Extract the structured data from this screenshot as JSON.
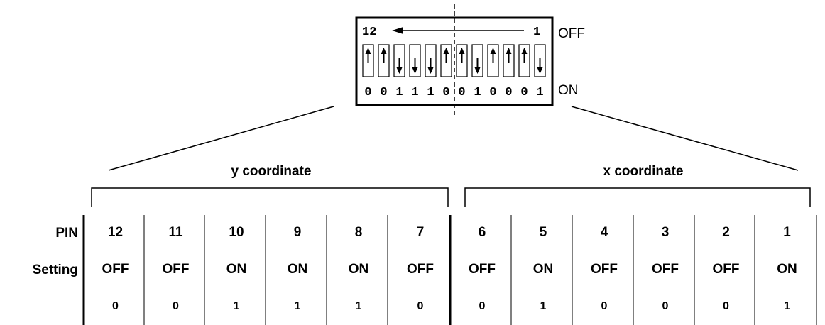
{
  "dip_switch": {
    "left_pin_label": "12",
    "right_pin_label": "1",
    "off_label": "OFF",
    "on_label": "ON",
    "switch_positions": [
      "up",
      "up",
      "down",
      "down",
      "down",
      "up",
      "up",
      "down",
      "up",
      "up",
      "up",
      "down"
    ],
    "bits": [
      "0",
      "0",
      "1",
      "1",
      "1",
      "0",
      "0",
      "1",
      "0",
      "0",
      "0",
      "1"
    ]
  },
  "groups": {
    "y_label": "y coordinate",
    "x_label": "x coordinate"
  },
  "table": {
    "row_labels": {
      "pin": "PIN",
      "setting": "Setting"
    },
    "pins": [
      "12",
      "11",
      "10",
      "9",
      "8",
      "7",
      "6",
      "5",
      "4",
      "3",
      "2",
      "1"
    ],
    "settings": [
      "OFF",
      "OFF",
      "ON",
      "ON",
      "ON",
      "OFF",
      "OFF",
      "ON",
      "OFF",
      "OFF",
      "OFF",
      "ON"
    ],
    "bits": [
      "0",
      "0",
      "1",
      "1",
      "1",
      "0",
      "0",
      "1",
      "0",
      "0",
      "0",
      "1"
    ]
  }
}
